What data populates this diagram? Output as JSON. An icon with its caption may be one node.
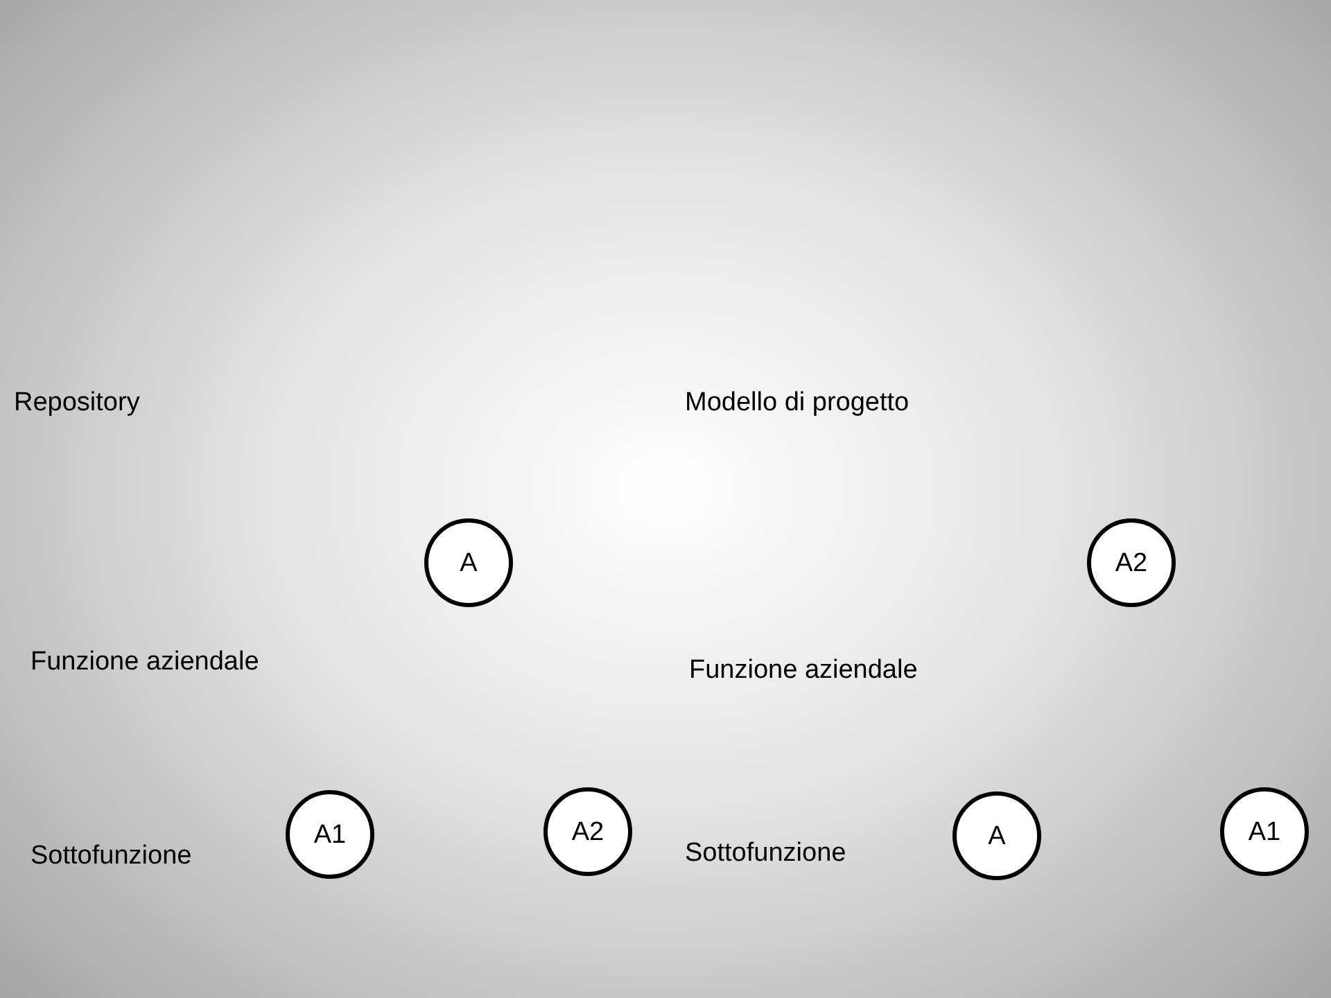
{
  "diagram": {
    "nodes": [
      {
        "text": [
          "A"
        ]
      },
      {
        "text": [
          "A2"
        ]
      },
      {
        "text": [
          "A1"
        ]
      },
      {
        "text": [
          "A2"
        ]
      },
      {
        "text": [
          "A"
        ]
      },
      {
        "text": [
          "A1"
        ]
      }
    ],
    "labels": [
      "Repository",
      "Modello di progetto",
      "Funzione aziendale",
      "Funzione aziendale",
      "Sottofunzione",
      "Sottofunzione"
    ]
  }
}
